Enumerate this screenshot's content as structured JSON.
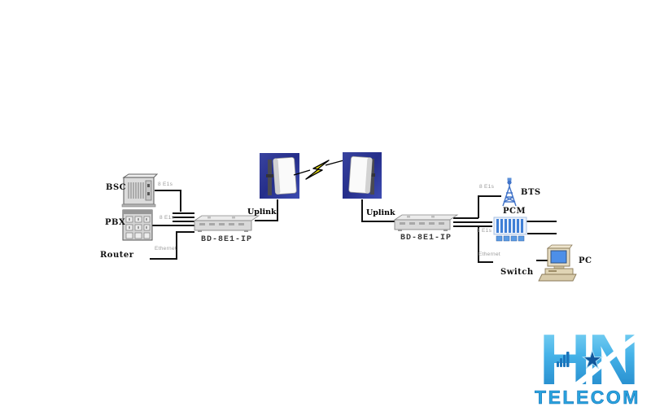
{
  "site_a": {
    "bsc_label": "BSC",
    "bsc_link_label": "8 E1s",
    "pbx_label": "PBX",
    "pbx_link_label": "8 E1s",
    "router_label": "Router",
    "router_link_label": "Ethernet",
    "device_label": "BD-8E1-IP",
    "uplink_label": "Uplink"
  },
  "site_b": {
    "uplink_label": "Uplink",
    "device_label": "BD-8E1-IP",
    "bts_label": "BTS",
    "bts_link_label": "8 E1s",
    "pcm_label": "PCM",
    "pcm_link_label": "8 E1s",
    "switch_label": "Switch",
    "switch_link_label": "Ethernet",
    "pc_label": "PC"
  },
  "logo": {
    "main": "HN",
    "sub": "TELECOM",
    "star_icon": "★"
  },
  "colors": {
    "line": "#111111",
    "link_label_gray": "#9a9a9a",
    "antenna_box_blue": "#2b35a0",
    "lightning_yellow": "#f7ec13",
    "tower_blue": "#3f72c8",
    "pcm_stripe_blue": "#3f7fd6",
    "pc_screen_blue": "#4d8fe8",
    "logo_light_blue": "#45b2e8",
    "logo_dark_blue": "#1b75bc"
  },
  "icons": {
    "bsc": "server-cabinet-icon",
    "pbx": "pbx-box-icon",
    "mux": "rack-multiplexer-icon",
    "antenna": "panel-antenna-icon",
    "wireless": "lightning-bolt-icon",
    "bts": "radio-tower-icon",
    "pcm": "striped-pcm-icon",
    "pc": "desktop-computer-icon",
    "logo_star": "star-icon",
    "logo_bars": "signal-bars-icon"
  }
}
